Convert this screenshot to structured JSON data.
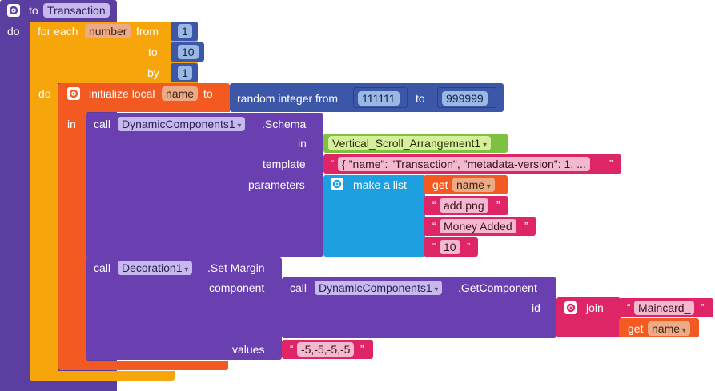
{
  "procedure": {
    "to_label": "to",
    "name": "Transaction",
    "do_label": "do"
  },
  "for_each": {
    "label": "for each",
    "variable": "number",
    "from_label": "from",
    "from_value": "1",
    "to_label": "to",
    "to_value": "10",
    "by_label": "by",
    "by_value": "1",
    "do_label": "do"
  },
  "init_local": {
    "label": "initialize local",
    "variable": "name",
    "to_label": "to",
    "in_label": "in",
    "random": {
      "label": "random integer from",
      "from_value": "111111",
      "to_label": "to",
      "to_value": "999999"
    }
  },
  "schema_call": {
    "call_label": "call",
    "component": "DynamicComponents1",
    "method": ".Schema",
    "in_label": "in",
    "in_value": "Vertical_Scroll_Arrangement1",
    "template_label": "template",
    "template_value": "{ \"name\": \"Transaction\", \"metadata-version\": 1, ...",
    "parameters_label": "parameters",
    "make_list_label": "make a list",
    "get_label": "get",
    "get_var": "name",
    "items": [
      "add.png",
      "Money Added",
      "10"
    ]
  },
  "margin_call": {
    "call_label": "call",
    "component": "Decoration1",
    "method": ".Set Margin",
    "component_label": "component",
    "get_component": {
      "call_label": "call",
      "component": "DynamicComponents1",
      "method": ".GetComponent",
      "id_label": "id",
      "join_label": "join",
      "join_text": "Maincard_",
      "get_label": "get",
      "get_var": "name"
    },
    "values_label": "values",
    "values_value": "-5,-5,-5,-5"
  },
  "colors": {
    "procedure": "#5b3fa0",
    "loop": "#f6a50a",
    "variable": "#f25a22",
    "math": "#3d57a8",
    "component": "#6a3fb0",
    "text": "#dd2567",
    "list": "#1ea0e0",
    "green": "#7cc142"
  }
}
